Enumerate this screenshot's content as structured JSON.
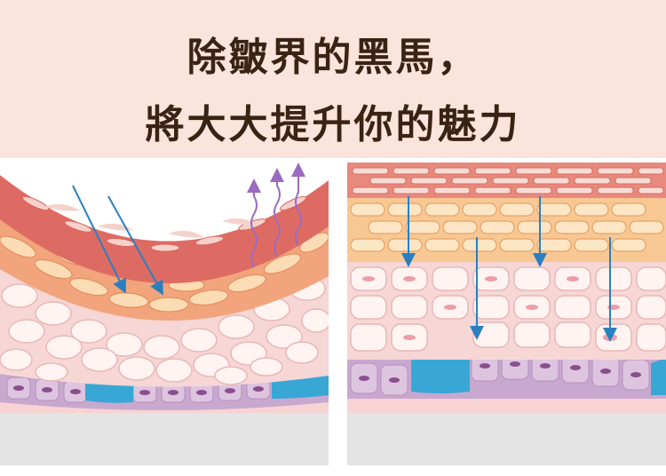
{
  "header": {
    "title_line1": "除皺界的黑馬，",
    "title_line2": "將大大提升你的魅力"
  },
  "colors": {
    "background": "#fbe4db",
    "title": "#3b2314",
    "arrow_blue": "#2a7fc0",
    "arrow_purple": "#9b6bbf",
    "basal_blue": "#39a7d6",
    "purple_cells": "#c9a8cf"
  },
  "panels": [
    {
      "name": "wrinkled-skin-diagram",
      "state": "before"
    },
    {
      "name": "smooth-skin-diagram",
      "state": "after"
    }
  ]
}
